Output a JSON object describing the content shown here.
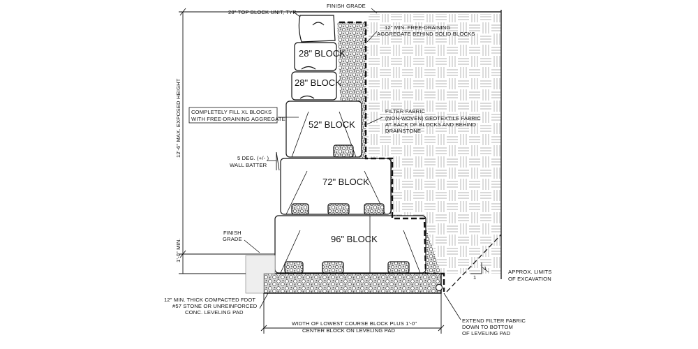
{
  "labels": {
    "top_block_unit": "28\" TOP BLOCK UNIT, TYP.",
    "finish_grade_top": "FINISH GRADE",
    "free_draining_1": "12\" MIN. FREE-DRAINING",
    "free_draining_2": "AGGREGATE BEHIND SOLID BLOCKS",
    "block_28_a": "28\" BLOCK",
    "block_28_b": "28\" BLOCK",
    "block_52": "52\" BLOCK",
    "block_72": "72\" BLOCK",
    "block_96": "96\" BLOCK",
    "fill_xl_1": "COMPLETELY FILL XL BLOCKS",
    "fill_xl_2": "WITH FREE-DRAINING AGGREGATE",
    "filter_fabric_1": "FILTER FABRIC",
    "filter_fabric_2": "(NON-WOVEN) GEOTEXTILE FABRIC",
    "filter_fabric_3": "AT BACK OF BLOCKS AND BEHIND",
    "filter_fabric_4": "DRAINSTONE",
    "batter_1": "5 DEG. (+/- )",
    "batter_2": "WALL BATTER",
    "exposed_height": "12'-6\" MAX. EXPOSED HEIGHT",
    "min_embed": "1'-0\" MIN.",
    "finish_grade_1": "FINISH",
    "finish_grade_2": "GRADE",
    "excavation_1": "APPROX. LIMITS",
    "excavation_2": "OF EXCAVATION",
    "slope_h": "1",
    "slope_v": "1",
    "leveling_pad_1": "12\" MIN. THICK COMPACTED FDOT",
    "leveling_pad_2": "#57 STONE OR UNREINFORCED",
    "leveling_pad_3": "CONC. LEVELING PAD",
    "pad_width_1": "WIDTH OF LOWEST COURSE BLOCK PLUS 1'-0\"",
    "pad_width_2": "CENTER BLOCK ON LEVELING PAD",
    "extend_fabric_1": "EXTEND FILTER FABRIC",
    "extend_fabric_2": "DOWN TO BOTTOM",
    "extend_fabric_3": "OF LEVELING PAD"
  }
}
